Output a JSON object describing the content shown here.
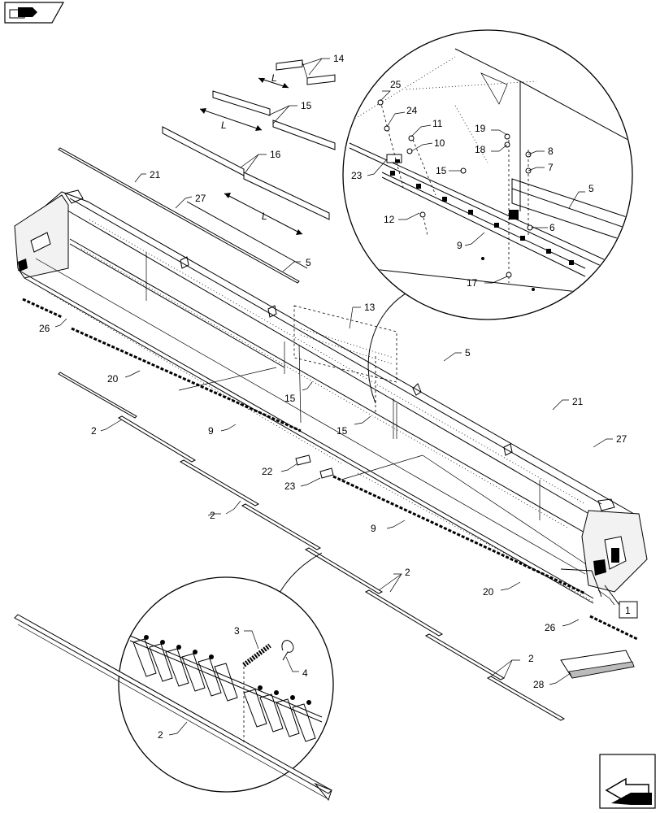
{
  "labels": {
    "c14": "14",
    "c15a": "15",
    "c16": "16",
    "c21a": "21",
    "c27a": "27",
    "c5a": "5",
    "c13": "13",
    "c26a": "26",
    "c20a": "20",
    "c15b": "15",
    "c15c": "15",
    "c2a": "2",
    "c9a": "9",
    "c22": "22",
    "c23a": "23",
    "c5b": "5",
    "c21b": "21",
    "c27b": "27",
    "c2b": "2",
    "c9b": "9",
    "c2c": "2",
    "c20b": "20",
    "c1": "1",
    "c26b": "26",
    "c2d": "2",
    "c28": "28",
    "c3": "3",
    "c4": "4",
    "c2e": "2",
    "d25": "25",
    "d24": "24",
    "d11": "11",
    "d10": "10",
    "d19": "19",
    "d18": "18",
    "d8": "8",
    "d7": "7",
    "d15": "15",
    "d23": "23",
    "d5": "5",
    "d12": "12",
    "d6": "6",
    "d9": "9",
    "d17": "17",
    "dimL1": "L",
    "dimL2": "L",
    "dimL3": "L"
  },
  "icons": {
    "top_left": "previous-page-icon",
    "bottom_right": "next-page-icon"
  }
}
